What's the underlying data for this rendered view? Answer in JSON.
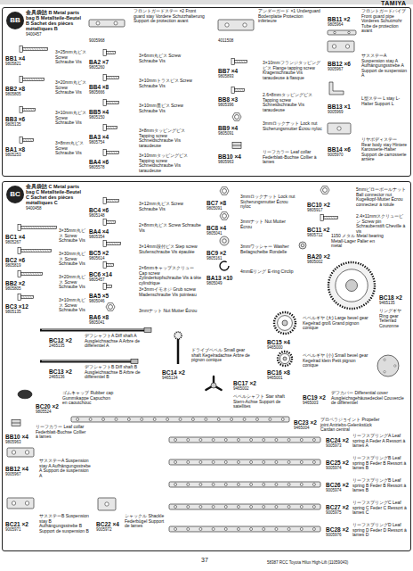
{
  "diagram": {
    "nodes": [
      {
        "text": [
          "BB",
          "金具袋詰 B Metal parts bag B Metallteile-Beutel B Sachet des pièces métalliques B",
          "9400457"
        ]
      },
      {
        "text": [
          "BC",
          "金具袋詰 C Metal parts bag C Metallteile-Beutel C Sachet des pièces métalliques C",
          "9400458"
        ]
      }
    ],
    "labels": [
      "BB1 ×4",
      "3×25mm丸ビス Screw Schraube Vis",
      "9805821",
      "BB2 ×8",
      "3×20mm丸ビス Screw Schraube Vis",
      "9805805",
      "BB3 ×6",
      "3×10mm丸ビス Screw Schraube Vis",
      "9805135",
      "BA1 ×8",
      "3×8mm丸ビス Screw Schraube Vis",
      "9805253",
      "フロントガードステー ×2 Front guard stay Vordere Schutzhalterung Support de protection avant",
      "9005968",
      "BA2 ×7",
      "3×6mm丸ビス Screw Schraube Vis",
      "9805260",
      "BB4 ×8",
      "3×10mmトラスビス Screw Schraube Vis",
      "9805666",
      "BB5 ×4",
      "3×10mm皿ビス Screw Schraube Vis",
      "9805150",
      "BA3 ×4",
      "3×8mmタッピングビス Tapping screw Schneidschraube Vis taraudeuse",
      "9805754",
      "BA4 ×6",
      "3×10mmタッピングビス Tapping screw Schneidschraube Vis taraudeuse",
      "9805578",
      "アンダーガード ×1 Underguard Bodenplatte Protection inférieure",
      "4011508",
      "BB7 ×4",
      "3×10mmフランジタッピングビス Flange tapping screw Kragenschraube Vis taraudeuse à flasque",
      "9805893",
      "BB8 ×3",
      "2.6×8mmタッピングビス Tapping screw Schneidschraube Vis taraudeuse",
      "9805396",
      "BB9 ×4",
      "3mmロックナット Lock nut Sicherungsmutter Écrou nyloc",
      "9805091",
      "BB10 ×4",
      "リーフカラー Leaf collar Federblatt-Buchse Collier à lames",
      "9805963",
      "BB11 ×2",
      "フロントガードパイプ Front guard pipe Vorderes Schutzrohr Tube de protection avant",
      "9805964",
      "BB12 ×6",
      "サスステーA Suspension stay A Aufhängungsstrebe A Support de suspension A",
      "9005967",
      "BB13 ×1",
      "L型ステー L stay L-Halter Support L",
      "9005969",
      "BB14 ×6",
      "リヤボディステー Rear body stay Hintere Karosserie-Halter Support de carrosserie arrière",
      "9005970",
      "BC1 ×4",
      "3×35mm丸ビス Screw Schraube Vis",
      "9805267",
      "BC2 ×6",
      "3×30mm丸ビス Screw Schraube Vis",
      "9805819",
      "BB2 ×2",
      "3×20mm丸ビス Screw Schraube Vis",
      "9805805",
      "BC3 ×12",
      "3×10mm丸ビス Screw Schraube Vis",
      "9805135",
      "BC4 ×6",
      "3×12mm丸ビス Screw Schraube Vis",
      "9805148",
      "BA4 ×4",
      "2×8mm丸ビス Screw Schraube Vis",
      "9805354",
      "BC5 ×2",
      "3×14mm段付ビス Step screw Stufenschraube Vis épaulée",
      "9805614",
      "BC6 ×14",
      "2×6mmキャップスクリュー Cap screw Zylinderkopfschraube Vis à tête cylindrique",
      "9805457",
      "BA5 ×5",
      "3×3mmイモネジ Grub screw Madenschraube Vis pointeau",
      "9805046",
      "BA6 ×8",
      "3mmナット Nut Mutter Écrou",
      "9805041",
      "BC7 ×8",
      "3mmロックナット Lock nut Sicherungsmutter Écrou nyloc",
      "9805091",
      "BC8 ×4",
      "3mmナット Nut Mutter Écrou",
      "9805041",
      "BC9 ×2",
      "3mmワッシャー Washer Beilagscheibe Rondelle",
      "9805161",
      "BA13 ×10",
      "4mmEリング E-ring Circlip",
      "9805049",
      "BC10 ×2",
      "5mmピローボールナット Ball connector nut Kugelkopf-Mutter Écrou connecteur à rotule",
      "9805917",
      "BC11 ×2",
      "2.4×11mmスクリューピン Screw pin Schraubenstift Cheville à vis",
      "9805712",
      "BA20 ×2",
      "1150 メタル Metal bearing Metall-Lager Palier en métal",
      "9805002",
      "BC18 ×2",
      "リングギヤ Ring gear Tellerrad Couronne",
      "9465135",
      "BC12 ×2",
      "デフシャフトA Diff shaft A Ausgleichsachse A Arbre de différentiel A",
      "2465135",
      "BC13 ×2",
      "デフシャフトB Diff shaft B Ausgleichsachse B Arbre de différentiel B",
      "2465136",
      "BC14 ×2",
      "ドライブベベル Small gear shaft Kegelradachse Arbre de pignon conique",
      "9465134",
      "BC15 ×4",
      "ベベルギヤ (大) Large bevel gear Kegelrad groß Grand pignon conique",
      "9465000",
      "BC16 ×8",
      "ベベルギヤ (小) Small bevel gear Kegelrad klein Petit pignon conique",
      "9465001",
      "BC17 ×2",
      "ベベルシャフト Star shaft Stern-Achse Support de satellites",
      "9465002",
      "BC19 ×2",
      "デフカバー Differential cover Ausgleichsgehäusedeckel Couvercle de différentiel",
      "9465003",
      "BC20 ×2",
      "ゴムキャップ Rubber cap Gummikappe Capuchon en caoutchouc",
      "9805524",
      "BB10 ×4",
      "リーフカラー Leaf collar Federblatt-Buchse Collier à lames",
      "9805963",
      "BC23 ×2",
      "プロペラジョイント Propeller joint Antriebs-Gelenkstück Cardan central",
      "9465004",
      "BB12 ×4",
      "サスステーA Suspension stay A Aufhängungsstrebe A Support de suspension A",
      "9005967",
      "BC21 ×2",
      "サスステーB Suspension stay B Aufhängungsstrebe B Support de suspension B",
      "9005971",
      "BC22 ×4",
      "シャックル Shackle Federbügel Support de lames",
      "9005972",
      "BC24 ×2",
      "リーフスプリングA Leaf spring A Feder A Ressort à lames A",
      "9005973",
      "BC25 ×2",
      "リーフスプリングB Leaf spring B Feder B Ressort à lames B",
      "9005974",
      "BC26 ×2",
      "リーフスプリングB Leaf spring B Feder B Ressort à lames B",
      "9005974",
      "BC27 ×2",
      "リーフスプリングC Leaf spring C Feder C Ressort à lames C",
      "9005975",
      "BC28 ×2",
      "リーフスプリングD Leaf spring D Feder D Ressort à lames D",
      "9005976",
      "TAMIYA",
      "37",
      "58387 RCC Toyota Hilux High-Lift (11059043)"
    ]
  }
}
